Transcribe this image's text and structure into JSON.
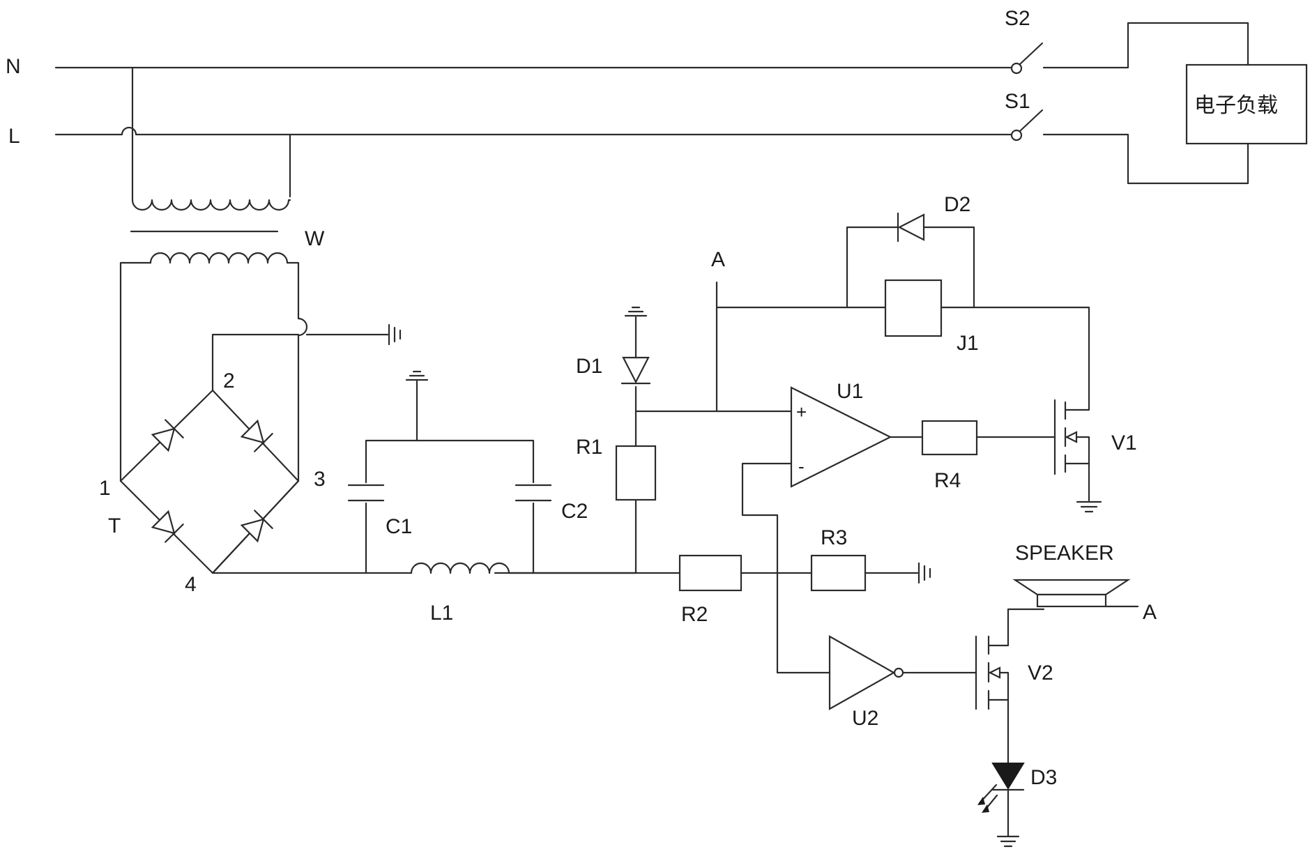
{
  "labels": {
    "N": "N",
    "L": "L",
    "S1": "S1",
    "S2": "S2",
    "load": "电子负载",
    "W": "W",
    "T": "T",
    "n1": "1",
    "n2": "2",
    "n3": "3",
    "n4": "4",
    "C1": "C1",
    "C2": "C2",
    "L1": "L1",
    "D1": "D1",
    "D2": "D2",
    "D3": "D3",
    "R1": "R1",
    "R2": "R2",
    "R3": "R3",
    "R4": "R4",
    "U1": "U1",
    "U2": "U2",
    "V1": "V1",
    "V2": "V2",
    "J1": "J1",
    "A_top": "A",
    "A_right": "A",
    "speaker": "SPEAKER",
    "plus": "+",
    "minus": "-"
  }
}
